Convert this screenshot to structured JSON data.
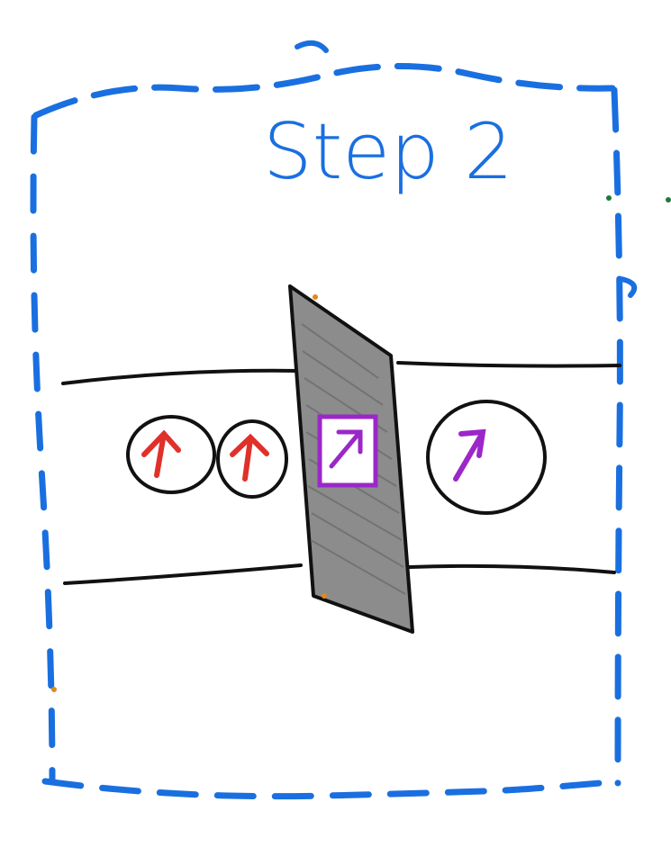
{
  "title": "Step 2",
  "colors": {
    "frame": "#1a6fe0",
    "ink": "#111111",
    "barrier_fill": "#8c8c8c",
    "red_arrow": "#e0302a",
    "purple_arrow": "#9b27c9",
    "green_dot": "#1f7a3a",
    "orange_dot": "#e08a1a"
  },
  "elements": {
    "frame": "dashed-frame",
    "channel": "channel-walls",
    "barrier": "shaded-barrier",
    "particles": [
      {
        "name": "particle-circle-1",
        "arrow": "up-arrow-icon",
        "color": "red"
      },
      {
        "name": "particle-circle-2",
        "arrow": "up-arrow-icon",
        "color": "red"
      },
      {
        "name": "particle-square-in-barrier",
        "arrow": "diagonal-arrow-icon",
        "color": "purple"
      },
      {
        "name": "particle-circle-3",
        "arrow": "diagonal-arrow-icon",
        "color": "purple"
      }
    ]
  }
}
